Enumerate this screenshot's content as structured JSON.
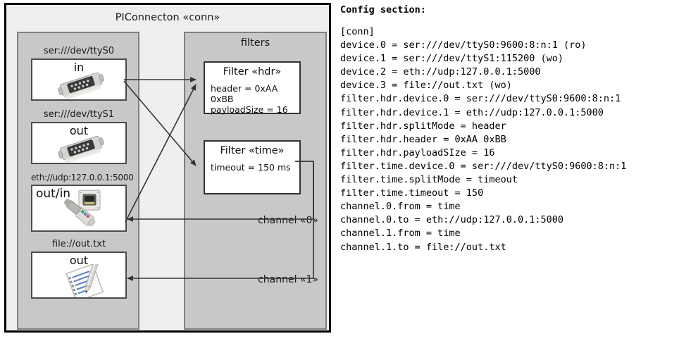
{
  "diagram": {
    "title": "PIConnecton «conn»",
    "devices_panel": {
      "name": "devices",
      "items": [
        {
          "label": "ser:///dev/ttyS0",
          "direction": "in",
          "icon": "serial-db9-connector-icon"
        },
        {
          "label": "ser:///dev/ttyS1",
          "direction": "out",
          "icon": "serial-db9-connector-icon"
        },
        {
          "label": "eth://udp:127.0.0.1:5000",
          "direction": "out/in",
          "icon": "ethernet-rj45-icon"
        },
        {
          "label": "file://out.txt",
          "direction": "out",
          "icon": "text-document-pencil-icon"
        }
      ]
    },
    "filters_panel": {
      "title": "filters",
      "filters": [
        {
          "title": "Filter «hdr»",
          "props": [
            "header = 0xAA 0xBB",
            "payloadSize = 16"
          ]
        },
        {
          "title": "Filter «time»",
          "props": [
            "timeout = 150 ms"
          ]
        }
      ],
      "channels": [
        {
          "label": "channel «0»"
        },
        {
          "label": "channel «1»"
        }
      ]
    }
  },
  "config": {
    "heading": "Config section:",
    "lines": [
      "[conn]",
      "device.0 = ser:///dev/ttyS0:9600:8:n:1 (ro)",
      "device.1 = ser:///dev/ttyS1:115200 (wo)",
      "device.2 = eth://udp:127.0.0.1:5000",
      "device.3 = file://out.txt (wo)",
      "filter.hdr.device.0 = ser:///dev/ttyS0:9600:8:n:1",
      "filter.hdr.device.1 = eth://udp:127.0.0.1:5000",
      "filter.hdr.splitMode = header",
      "filter.hdr.header = 0xAA 0xBB",
      "filter.hdr.payloadSIze = 16",
      "filter.time.device.0 = ser:///dev/ttyS0:9600:8:n:1",
      "filter.time.splitMode = timeout",
      "filter.time.timeout = 150",
      "channel.0.from = time",
      "channel.0.to = eth://udp:127.0.0.1:5000",
      "channel.1.from = time",
      "channel.1.to = file://out.txt"
    ]
  },
  "colors": {
    "panel_fill": "#c8c8c8",
    "outer_fill": "#efefef",
    "card_fill": "#ffffff",
    "line": "#333333"
  }
}
